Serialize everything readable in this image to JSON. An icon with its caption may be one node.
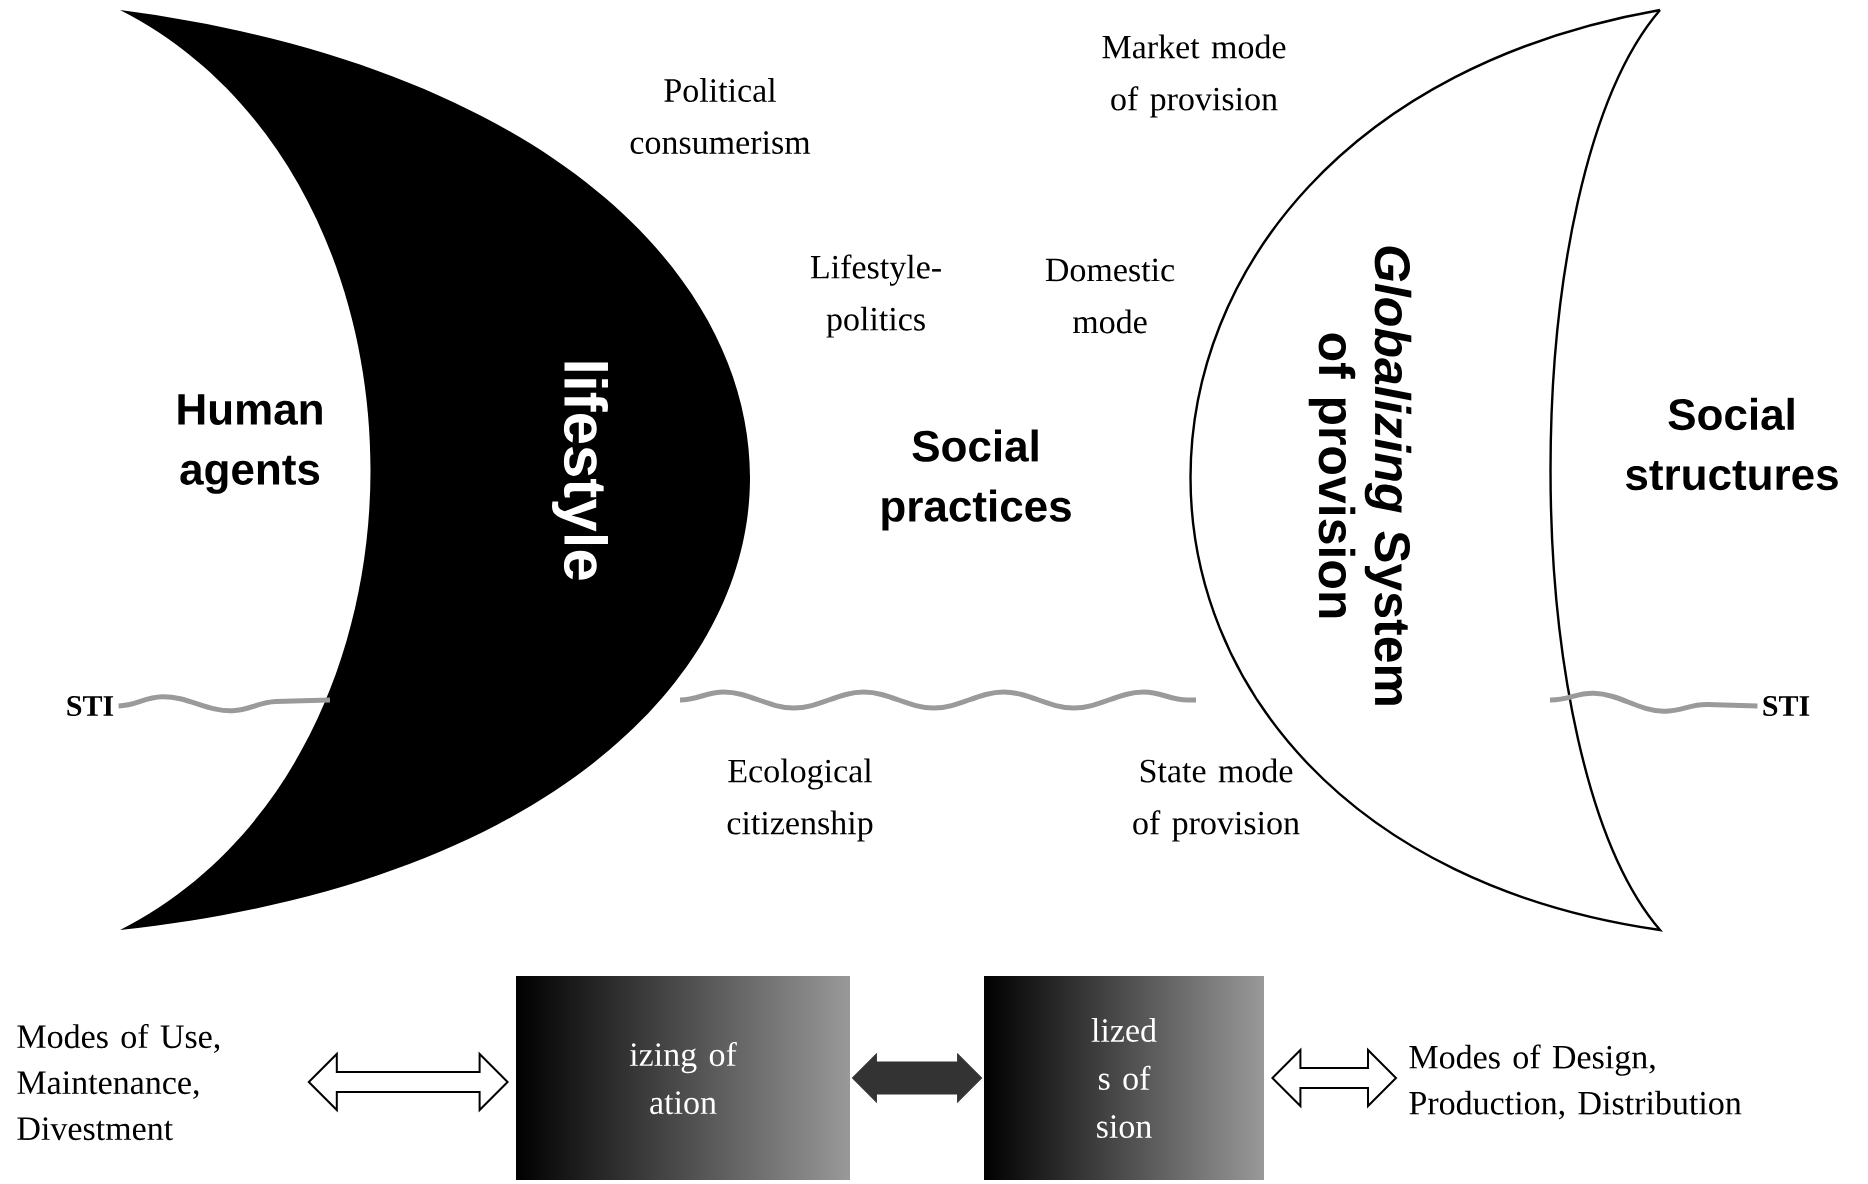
{
  "diagram": {
    "nodes": [
      {
        "text": [
          "lifestyle"
        ]
      },
      {
        "text": [
          "*Globalizing* System of provision"
        ]
      },
      {
        "text": [
          "STI"
        ]
      },
      {
        "text": [
          "STI"
        ]
      },
      {
        "text": [
          "Modes of Use, Maintenance, Divestment"
        ]
      },
      {
        "text": [
          "izing of ation"
        ]
      },
      {
        "text": [
          "lized s of sion"
        ]
      },
      {
        "text": [
          "Modes of Design, Production, Distribution"
        ]
      }
    ],
    "edges": [
      {
        "from": 2,
        "to": 0,
        "arrow": "none",
        "color": "#9a9a9a"
      },
      {
        "from": 0,
        "to": 1,
        "arrow": "none",
        "color": "#9a9a9a"
      },
      {
        "from": 1,
        "to": 3,
        "arrow": "none",
        "color": "#9a9a9a"
      },
      {
        "from": 4,
        "to": 5,
        "arrow": "both",
        "color": "#000000"
      },
      {
        "from": 5,
        "to": 6,
        "arrow": "both",
        "style": "thick",
        "color": "#333333"
      },
      {
        "from": 6,
        "to": 7,
        "arrow": "both",
        "color": "#000000"
      }
    ],
    "labels": [
      "Market mode of provision",
      "Political consumerism",
      "Lifestyle-politics",
      "Domestic mode",
      "Human agents",
      "Social practices",
      "Social structures",
      "Ecological citizenship",
      "State mode of provision"
    ]
  }
}
